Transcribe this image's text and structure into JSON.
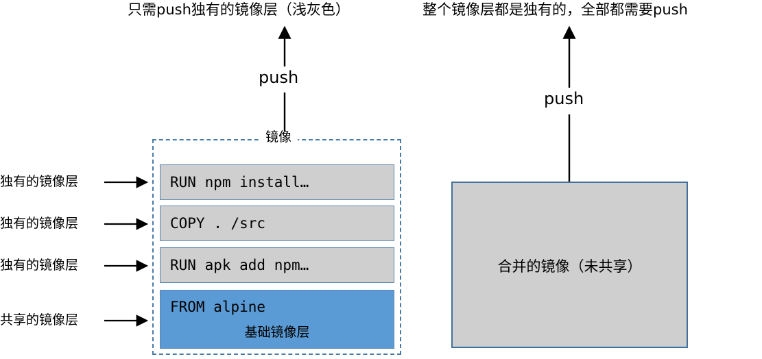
{
  "titles": {
    "left": "只需push独有的镜像层（浅灰色）",
    "right": "整个镜像层都是独有的，全部都需要push"
  },
  "arrows": {
    "push_left_label": "push",
    "push_right_label": "push"
  },
  "left_diagram": {
    "group_label": "镜像",
    "layers": [
      {
        "code": "RUN npm install…",
        "kind": "unique",
        "color": "#cfcfcf"
      },
      {
        "code": "COPY . /src",
        "kind": "unique",
        "color": "#cfcfcf"
      },
      {
        "code": "RUN apk add npm…",
        "kind": "unique",
        "color": "#cfcfcf"
      },
      {
        "code": "FROM alpine",
        "kind": "shared",
        "color": "#5b9bd5",
        "sublabel": "基础镜像层"
      }
    ],
    "side_labels": [
      "独有的镜像层",
      "独有的镜像层",
      "独有的镜像层",
      "共享的镜像层"
    ]
  },
  "right_diagram": {
    "merged_label": "合并的镜像（未共享）",
    "fill_color": "#cfcfcf",
    "border_color": "#41719c"
  },
  "colors": {
    "unique_layer": "#cfcfcf",
    "shared_layer": "#5b9bd5",
    "layer_border": "#5b87ad",
    "dashed_border": "#4a7ba7",
    "arrow": "#000000",
    "background": "#ffffff"
  }
}
